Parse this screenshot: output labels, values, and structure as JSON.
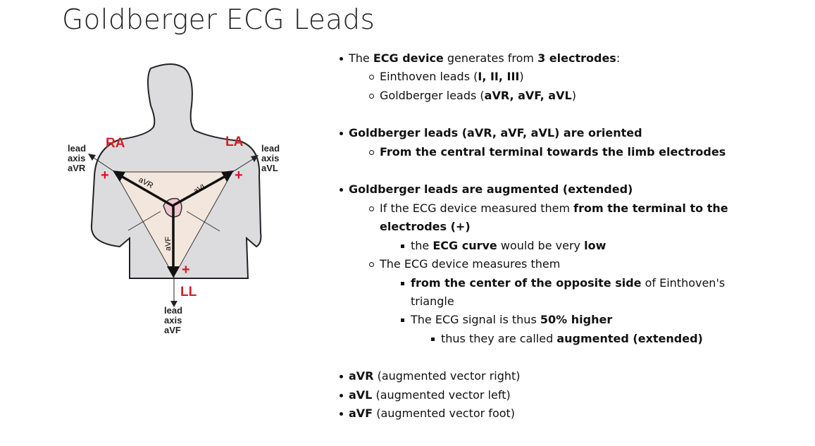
{
  "title": "Goldberger ECG Leads",
  "figure": {
    "labels": {
      "ra": "RA",
      "la": "LA",
      "ll": "LL",
      "avr": "aVR",
      "avl": "aVL",
      "avf": "aVF",
      "plus": "+"
    },
    "axis_labels": {
      "avr": [
        "lead",
        "axis",
        "aVR"
      ],
      "avl": [
        "lead",
        "axis",
        "aVL"
      ],
      "avf": [
        "lead",
        "axis",
        "aVF"
      ]
    }
  },
  "lines": [
    {
      "level": 1,
      "parts": [
        [
          "The ",
          0
        ],
        [
          "ECG device",
          1
        ],
        [
          " generates from ",
          0
        ],
        [
          "3 electrodes",
          1
        ],
        [
          ":",
          0
        ]
      ]
    },
    {
      "level": 2,
      "parts": [
        [
          "Einthoven leads (",
          0
        ],
        [
          "I, II, III",
          1
        ],
        [
          ")",
          0
        ]
      ]
    },
    {
      "level": 2,
      "parts": [
        [
          "Goldberger leads (",
          0
        ],
        [
          "aVR, aVF, aVL",
          1
        ],
        [
          ")",
          0
        ]
      ]
    },
    {
      "level": 1,
      "parts": [
        [
          "Goldberger leads (aVR, aVF, aVL) are oriented",
          1
        ]
      ]
    },
    {
      "level": 2,
      "parts": [
        [
          "From the central terminal towards the limb electrodes",
          1
        ]
      ]
    },
    {
      "level": 1,
      "parts": [
        [
          "Goldberger leads are augmented (extended)",
          1
        ]
      ]
    },
    {
      "level": 2,
      "parts": [
        [
          "If the ECG device measured them ",
          0
        ],
        [
          "from the terminal to the",
          1
        ]
      ]
    },
    {
      "level": 0,
      "parts": [
        [
          "electrodes (+)",
          1
        ]
      ]
    },
    {
      "level": 3,
      "parts": [
        [
          "the ",
          0
        ],
        [
          "ECG curve",
          1
        ],
        [
          " would be very ",
          0
        ],
        [
          "low",
          1
        ]
      ]
    },
    {
      "level": 2,
      "parts": [
        [
          "The ECG device measures them",
          0
        ]
      ]
    },
    {
      "level": 3,
      "parts": [
        [
          "from the center of the opposite side",
          1
        ],
        [
          " of Einthoven's",
          0
        ]
      ]
    },
    {
      "level": 0,
      "parts": [
        [
          "triangle",
          0
        ]
      ]
    },
    {
      "level": 3,
      "parts": [
        [
          "The ECG signal is thus ",
          0
        ],
        [
          "50% higher",
          1
        ]
      ]
    },
    {
      "level": 4,
      "parts": [
        [
          "thus they are called ",
          0
        ],
        [
          "augmented (extended)",
          1
        ]
      ]
    },
    {
      "level": 1,
      "parts": [
        [
          "aVR",
          1
        ],
        [
          " (augmented vector right)",
          0
        ]
      ]
    },
    {
      "level": 1,
      "parts": [
        [
          "aVL",
          1
        ],
        [
          " (augmented vector left)",
          0
        ]
      ]
    },
    {
      "level": 1,
      "parts": [
        [
          "aVF",
          1
        ],
        [
          " (augmented vector foot)",
          0
        ]
      ]
    }
  ]
}
